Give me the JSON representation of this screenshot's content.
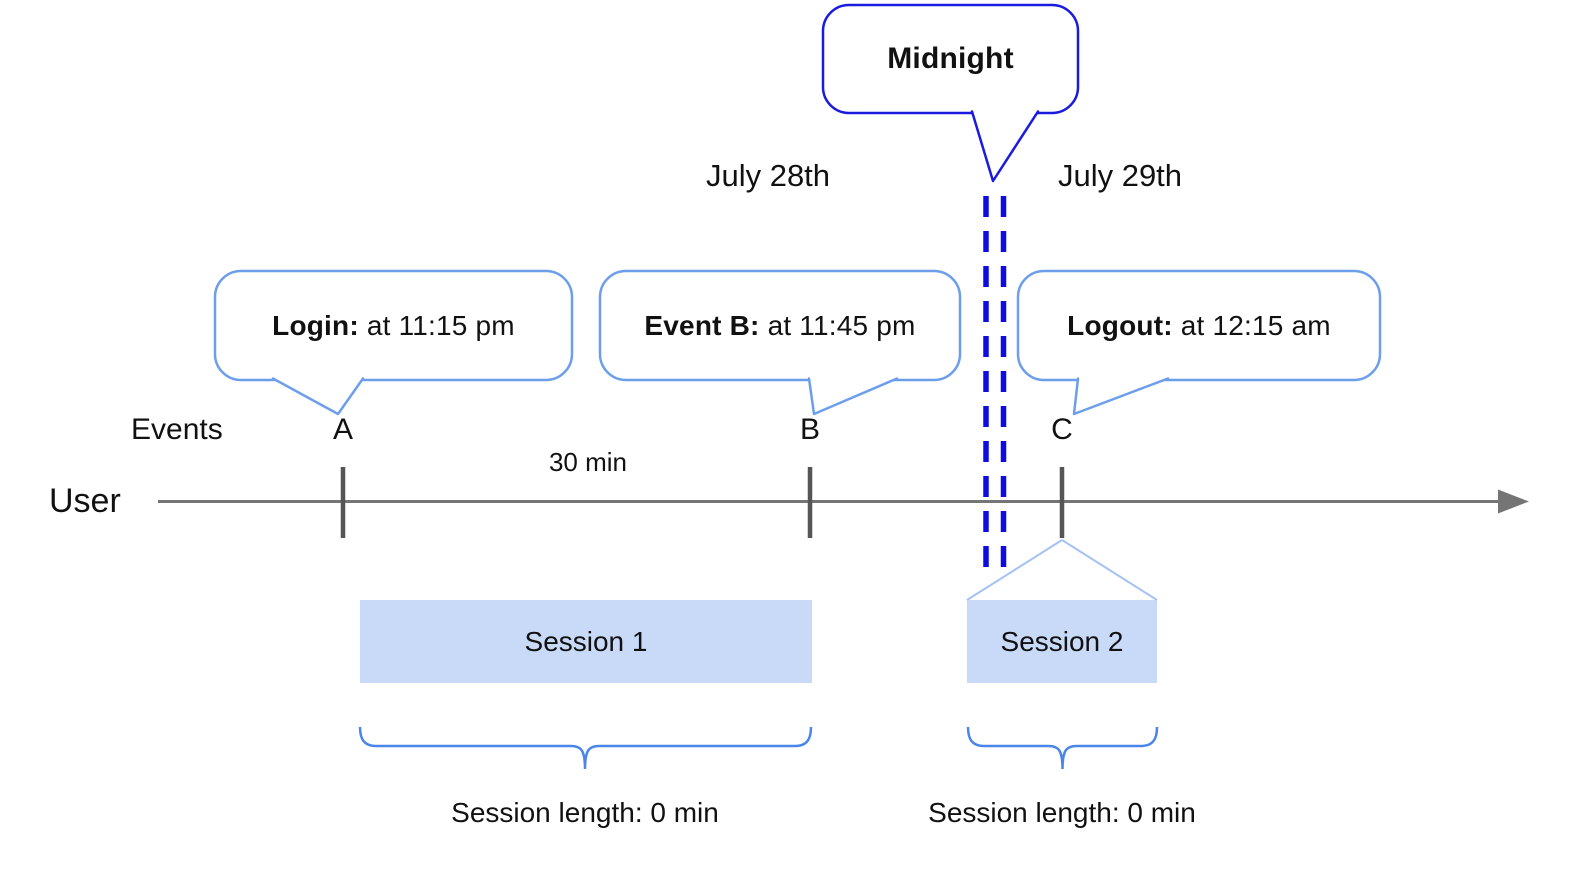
{
  "dates": {
    "left": "July 28th",
    "right": "July 29th"
  },
  "midnight": {
    "label": "Midnight"
  },
  "callouts": [
    {
      "label": "Login:",
      "text": " at 11:15 pm"
    },
    {
      "label": "Event B:",
      "text": " at 11:45 pm"
    },
    {
      "label": "Logout:",
      "text": " at 12:15 am"
    }
  ],
  "timeline": {
    "row_label": "User",
    "events_label": "Events",
    "ticks": [
      "A",
      "B",
      "C"
    ],
    "interval_label": "30 min"
  },
  "sessions": [
    {
      "name": "Session 1",
      "length": "Session length: 0 min"
    },
    {
      "name": "Session 2",
      "length": "Session length: 0 min"
    }
  ],
  "colors": {
    "callout_border": "#6d9eeb",
    "midnight_border": "#1b1be0",
    "dashed_line": "#0d0de1",
    "session_fill": "#c9daf8",
    "brace": "#4a86e8",
    "connector": "#a4c2f4",
    "timeline": "#757575",
    "tick": "#555555",
    "text": "#111111"
  }
}
